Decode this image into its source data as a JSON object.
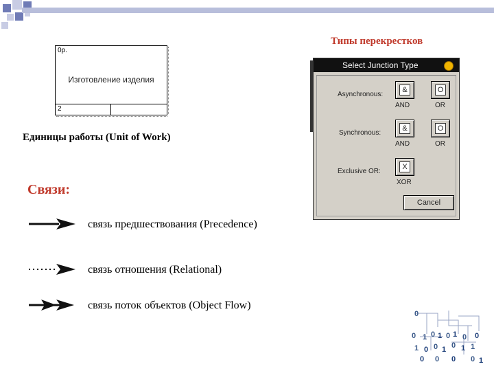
{
  "colors": {
    "accent_red": "#c0392b",
    "deco_blue": "#6f7bb6",
    "dialog_bg": "#d4d0c8"
  },
  "unit_of_work": {
    "ref_label": "0р.",
    "name": "Изготовление изделия",
    "node_number": "2",
    "caption": "Единицы работы (Unit of Work)"
  },
  "junctions": {
    "title": "Типы перекрестков",
    "dialog_title": "Select Junction Type",
    "asynchronous_label": "Asynchronous:",
    "synchronous_label": "Synchronous:",
    "exclusive_label": "Exclusive OR:",
    "buttons": [
      {
        "glyph": "&",
        "label": "AND"
      },
      {
        "glyph": "O",
        "label": "OR"
      },
      {
        "glyph": "&",
        "label": "AND"
      },
      {
        "glyph": "O",
        "label": "OR"
      },
      {
        "glyph": "X",
        "label": "XOR"
      }
    ],
    "cancel_label": "Cancel"
  },
  "links": {
    "title": "Связи:",
    "items": [
      {
        "label": "связь предшествования (Precedence)",
        "icon": "precedence-arrow-icon"
      },
      {
        "label": "связь отношения (Relational)",
        "icon": "relational-arrow-icon"
      },
      {
        "label": "связь поток объектов (Object Flow)",
        "icon": "object-flow-arrow-icon"
      }
    ]
  }
}
